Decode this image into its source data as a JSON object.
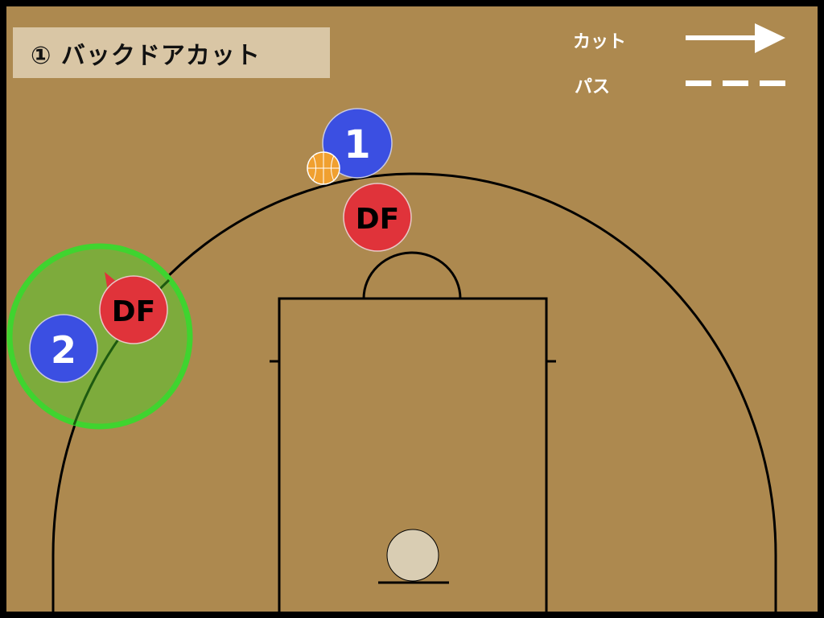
{
  "title": "① バックドアカット",
  "legend": {
    "cut_label": "カット",
    "pass_label": "パス",
    "cut_icon": "solid-arrow-icon",
    "pass_icon": "dashed-line-icon"
  },
  "players": {
    "offense_1": "1",
    "offense_2": "2",
    "defender_top": "DF",
    "defender_wing": "DF"
  },
  "colors": {
    "floor": "#ad894f",
    "border": "#000000",
    "offense": "#3b4fe2",
    "defense": "#e0333a",
    "ball": "#f0a030",
    "highlight_fill": "#7dab3c",
    "highlight_stroke": "#3fd42f",
    "rim": "#d9cdb3",
    "title_bg": "#d9c6a5"
  }
}
